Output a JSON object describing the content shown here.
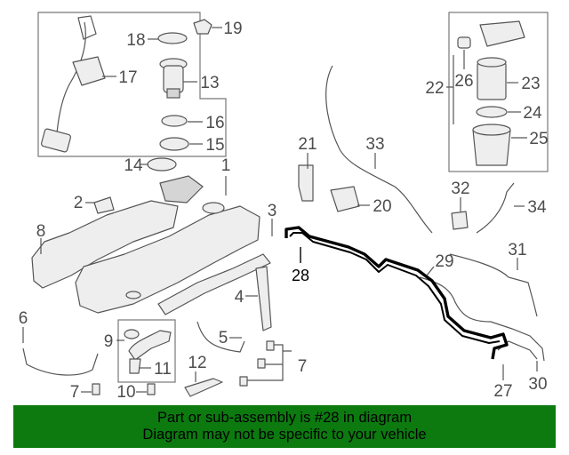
{
  "callouts": {
    "c1": "1",
    "c2": "2",
    "c3": "3",
    "c4": "4",
    "c5": "5",
    "c6": "6",
    "c7a": "7",
    "c7b": "7",
    "c8": "8",
    "c9": "9",
    "c10": "10",
    "c11": "11",
    "c12": "12",
    "c13": "13",
    "c14": "14",
    "c15": "15",
    "c16": "16",
    "c17": "17",
    "c18": "18",
    "c19": "19",
    "c20": "20",
    "c21": "21",
    "c22": "22",
    "c23": "23",
    "c24": "24",
    "c25": "25",
    "c26": "26",
    "c27": "27",
    "c28": "28",
    "c29": "29",
    "c30": "30",
    "c31": "31",
    "c32": "32",
    "c33": "33",
    "c34": "34"
  },
  "banner": {
    "line1": "Part or sub-assembly is #28 in diagram",
    "line2": "Diagram may not be specific to your vehicle"
  },
  "colors": {
    "banner_bg": "#0d7a10",
    "highlighted_line": "#000000",
    "part_stroke": "#555555",
    "part_fill": "#eeeeee"
  }
}
